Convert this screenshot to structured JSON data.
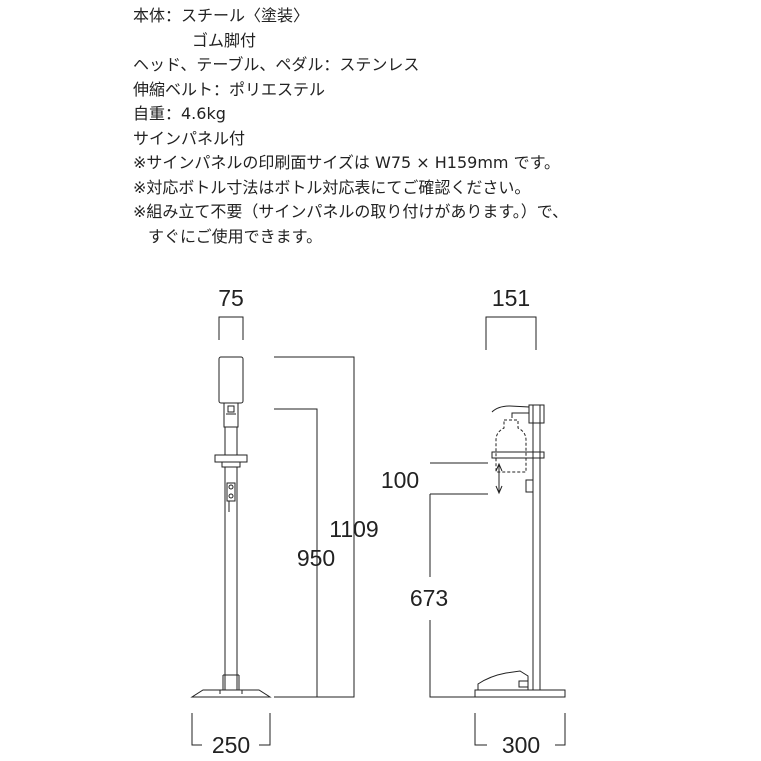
{
  "specs": {
    "lines": [
      "本体：スチール〈塗装〉",
      "ゴム脚付",
      "ヘッド、テーブル、ペダル：ステンレス",
      "伸縮ベルト：ポリエステル",
      "自重：4.6kg",
      "サインパネル付",
      "※サインパネルの印刷面サイズは W75 × H159mm です。",
      "※対応ボトル寸法はボトル対応表にてご確認ください。",
      "※組み立て不要（サインパネルの取り付けがあります。）で、",
      "すぐにご使用できます。"
    ]
  },
  "front_view": {
    "width_top": "75",
    "height_total": "1109",
    "height_table": "950",
    "width_base": "250"
  },
  "side_view": {
    "width_top": "151",
    "height_bottle": "100",
    "height_pedal": "673",
    "width_base": "300"
  },
  "colors": {
    "line": "#222222",
    "fill": "#ffffff"
  }
}
